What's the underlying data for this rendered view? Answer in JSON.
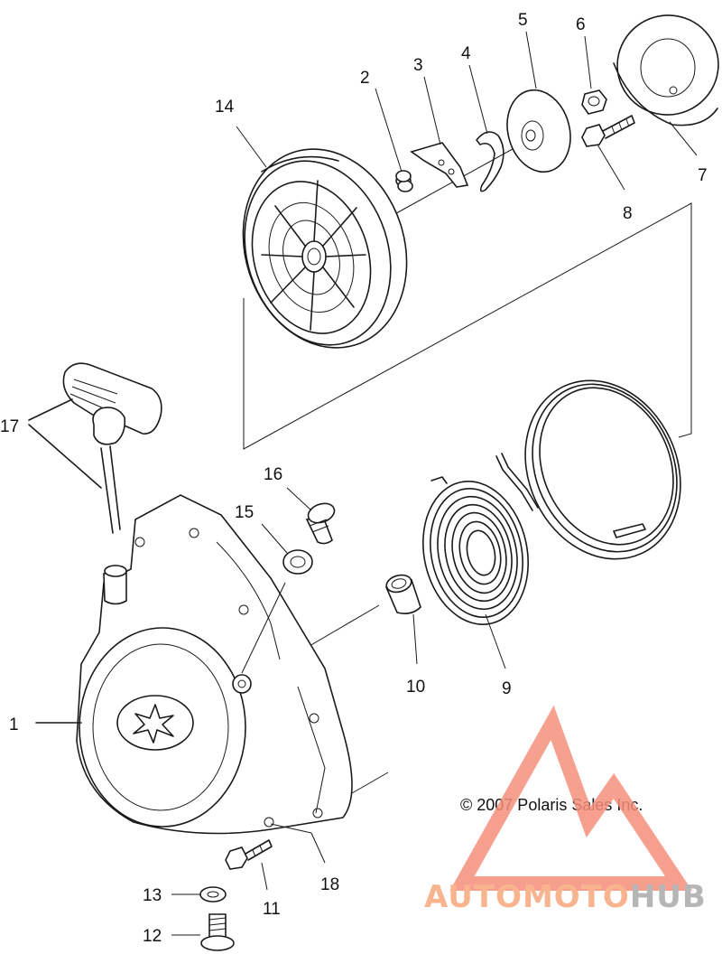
{
  "diagram": {
    "callouts": [
      {
        "id": "1",
        "text": "1"
      },
      {
        "id": "2",
        "text": "2"
      },
      {
        "id": "3",
        "text": "3"
      },
      {
        "id": "4",
        "text": "4"
      },
      {
        "id": "5",
        "text": "5"
      },
      {
        "id": "6",
        "text": "6"
      },
      {
        "id": "7",
        "text": "7"
      },
      {
        "id": "8",
        "text": "8"
      },
      {
        "id": "9",
        "text": "9"
      },
      {
        "id": "10",
        "text": "10"
      },
      {
        "id": "11",
        "text": "11"
      },
      {
        "id": "12",
        "text": "12"
      },
      {
        "id": "13",
        "text": "13"
      },
      {
        "id": "14",
        "text": "14"
      },
      {
        "id": "15",
        "text": "15"
      },
      {
        "id": "16",
        "text": "16"
      },
      {
        "id": "17",
        "text": "17"
      },
      {
        "id": "18",
        "text": "18"
      }
    ],
    "copyright": "© 2007 Polaris Sales Inc."
  },
  "watermark": {
    "part1": "AUTOMOTO",
    "part2": "HUB",
    "color_primary": "#f58f7c",
    "color_secondary": "#f7c08a",
    "color_dark": "#aaaaaa"
  }
}
